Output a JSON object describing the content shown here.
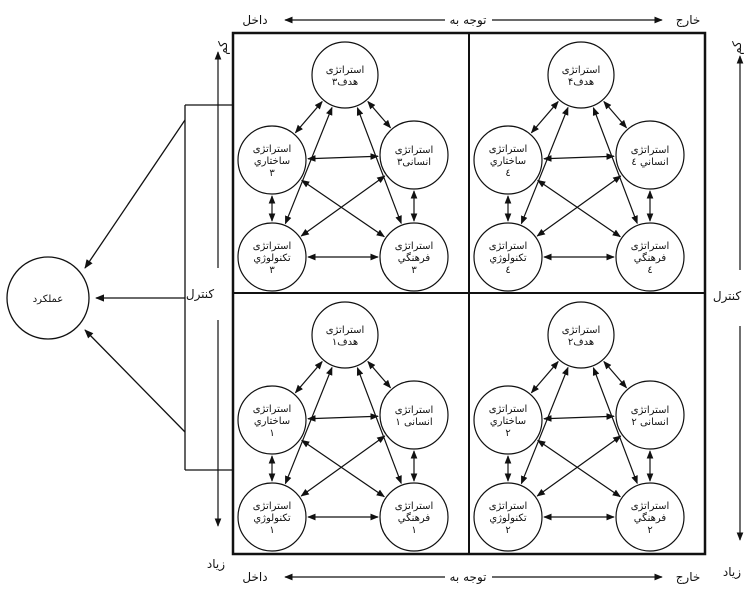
{
  "axis": {
    "top": {
      "left": "داخل",
      "center": "توجه به",
      "right": "خارج"
    },
    "bottom": {
      "left": "داخل",
      "center": "توجه به",
      "right": "خارج"
    },
    "left": {
      "top": "کم",
      "middle": "کنترل",
      "bottom": "زیاد"
    },
    "right": {
      "top": "کم",
      "middle": "کنترل",
      "bottom": "زیاد"
    }
  },
  "performance": "عملكرد",
  "quadrants": [
    {
      "id": "q3",
      "goal": [
        "استراتژی",
        "هدف۳"
      ],
      "human": [
        "استراتژی",
        "انسانی۳"
      ],
      "structural": [
        "استراتژی",
        "ساختاري",
        "۳"
      ],
      "tech": [
        "استراتژی",
        "تكنولوژي",
        "۳"
      ],
      "cultural": [
        "استراتژی",
        "فرهنگي",
        "۳"
      ]
    },
    {
      "id": "q4",
      "goal": [
        "استراتژی",
        "هدف۴"
      ],
      "human": [
        "استراتژی",
        "انساني ٤"
      ],
      "structural": [
        "استراتژی",
        "ساختاري",
        "٤"
      ],
      "tech": [
        "استراتژی",
        "تكنولوژي",
        "٤"
      ],
      "cultural": [
        "استراتژی",
        "فرهنگي",
        "٤"
      ]
    },
    {
      "id": "q1",
      "goal": [
        "استراتژی",
        "هدف۱"
      ],
      "human": [
        "استراتژی",
        "انسانی ۱"
      ],
      "structural": [
        "استراتژی",
        "ساختاري",
        "۱"
      ],
      "tech": [
        "استراتژی",
        "تكنولوژي",
        "۱"
      ],
      "cultural": [
        "استراتژی",
        "فرهنگي",
        "۱"
      ]
    },
    {
      "id": "q2",
      "goal": [
        "استراتژی",
        "هدف۲"
      ],
      "human": [
        "استراتژی",
        "انسانی ۲"
      ],
      "structural": [
        "استراتژی",
        "ساختاري",
        "۲"
      ],
      "tech": [
        "استراتژی",
        "تكنولوژي",
        "۲"
      ],
      "cultural": [
        "استراتژی",
        "فرهنگي",
        "۲"
      ]
    }
  ]
}
